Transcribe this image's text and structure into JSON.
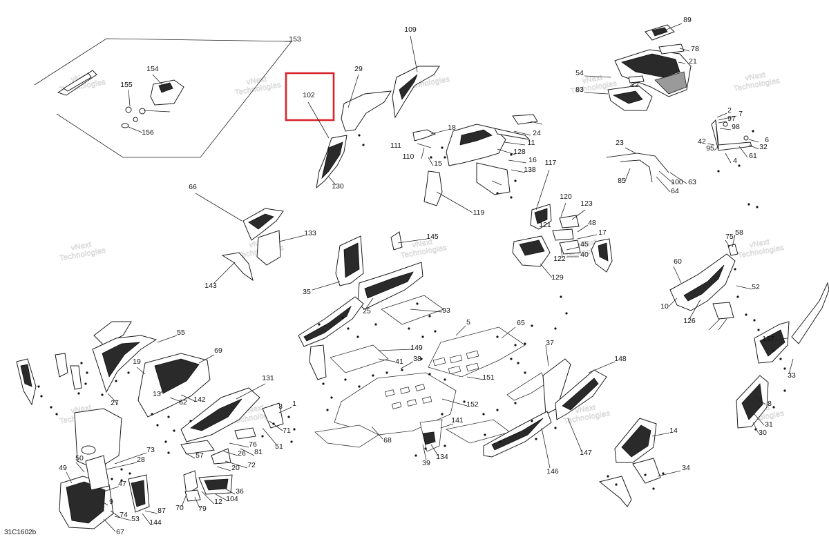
{
  "diagram": {
    "figure_code": "31C1602b",
    "highlighted_part": "102",
    "watermark_lines": [
      "vNext",
      "Technologies"
    ],
    "highlight_color": "#d9242b",
    "callouts": [
      "1",
      "2",
      "3",
      "4",
      "5",
      "6",
      "7",
      "8",
      "9",
      "10",
      "11",
      "12",
      "13",
      "14",
      "15",
      "16",
      "17",
      "18",
      "19",
      "20",
      "21",
      "22",
      "23",
      "24",
      "25",
      "26",
      "27",
      "28",
      "29",
      "30",
      "31",
      "32",
      "33",
      "34",
      "35",
      "36",
      "37",
      "38",
      "39",
      "40",
      "41",
      "42",
      "45",
      "47",
      "48",
      "49",
      "50",
      "51",
      "52",
      "53",
      "54",
      "55",
      "57",
      "58",
      "60",
      "61",
      "62",
      "63",
      "64",
      "65",
      "66",
      "67",
      "68",
      "69",
      "70",
      "71",
      "72",
      "73",
      "74",
      "75",
      "76",
      "78",
      "79",
      "81",
      "83",
      "85",
      "87",
      "89",
      "93",
      "95",
      "97",
      "98",
      "100",
      "102",
      "104",
      "109",
      "110",
      "111",
      "117",
      "119",
      "120",
      "121",
      "122",
      "123",
      "126",
      "128",
      "129",
      "130",
      "131",
      "133",
      "134",
      "137",
      "138",
      "141",
      "142",
      "143",
      "144",
      "145",
      "146",
      "147",
      "148",
      "149",
      "151",
      "152",
      "153",
      "154",
      "155",
      "156"
    ]
  }
}
